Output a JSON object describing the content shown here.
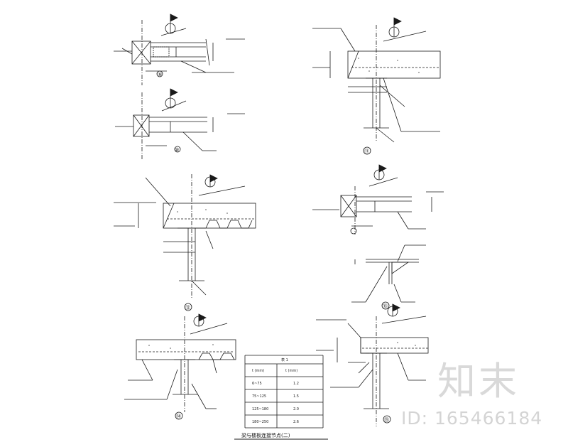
{
  "title": "梁与楼板连接节点(二)",
  "table": {
    "title": "表 1",
    "headers": [
      "t (mm)",
      "t (mm)"
    ],
    "rows": [
      [
        "6~75",
        "1.2"
      ],
      [
        "75~125",
        "1.5"
      ],
      [
        "125~180",
        "2.0"
      ],
      [
        "180~250",
        "2.6"
      ]
    ]
  },
  "details": [
    {
      "id": "9",
      "label": "⑨"
    },
    {
      "id": "10",
      "label": "⑩"
    },
    {
      "id": "11",
      "label": "⑪"
    },
    {
      "id": "12",
      "label": "⑫"
    },
    {
      "id": "13",
      "label": "⑬"
    },
    {
      "id": "14",
      "label": "⑭"
    },
    {
      "id": "15",
      "label": "⑮"
    }
  ],
  "watermark": {
    "logo": "知末",
    "id_text": "ID: 165466184"
  },
  "colors": {
    "line": "#1a1a1a",
    "watermark": "#d4d4d4",
    "background": "#ffffff"
  }
}
